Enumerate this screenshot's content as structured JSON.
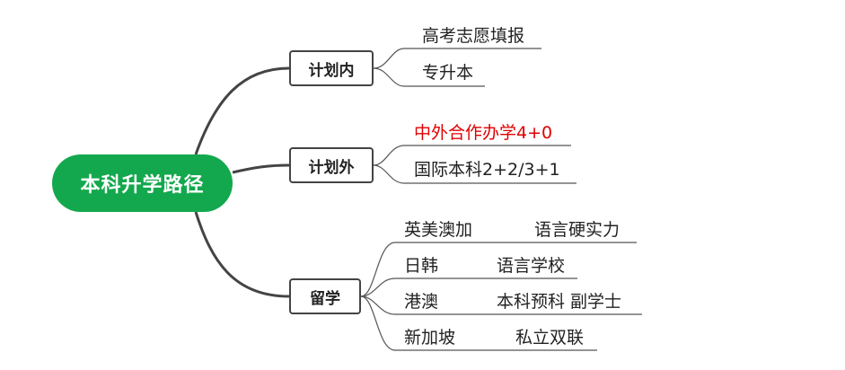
{
  "root": {
    "label": "本科升学路径"
  },
  "branches": [
    {
      "label": "计划内",
      "leaves": [
        {
          "text": "高考志愿填报",
          "color": "#222222"
        },
        {
          "text": "专升本",
          "color": "#222222"
        }
      ]
    },
    {
      "label": "计划外",
      "leaves": [
        {
          "text": "中外合作办学4+0",
          "color": "#e00000"
        },
        {
          "text": "国际本科2+2/3+1",
          "color": "#222222"
        }
      ]
    },
    {
      "label": "留学",
      "leaves": [
        {
          "text": "英美澳加",
          "detail": "语言硬实力"
        },
        {
          "text": "日韩",
          "detail": "语言学校"
        },
        {
          "text": "港澳",
          "detail": "本科预科 副学士"
        },
        {
          "text": "新加坡",
          "detail": "私立双联"
        }
      ]
    }
  ],
  "colors": {
    "root_fill": "#13a84d",
    "connector": "#444444",
    "underline": "#555555",
    "highlight": "#e00000"
  }
}
